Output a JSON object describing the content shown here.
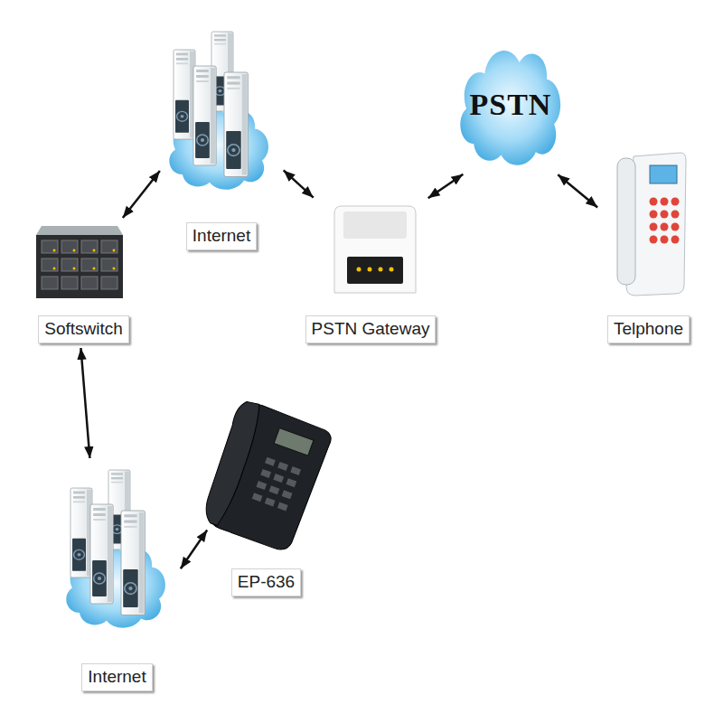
{
  "diagram": {
    "nodes": [
      {
        "text": [
          "Internet"
        ]
      },
      {
        "text": [
          "PSTN"
        ]
      },
      {
        "text": [
          "Softswitch"
        ]
      },
      {
        "text": [
          "PSTN Gateway"
        ]
      },
      {
        "text": [
          "Telphone"
        ]
      },
      {
        "text": [
          "EP-636"
        ]
      },
      {
        "text": [
          "Internet"
        ]
      }
    ],
    "edges": [
      {
        "from": 2,
        "to": 0,
        "arrow": "both"
      },
      {
        "from": 0,
        "to": 3,
        "arrow": "both"
      },
      {
        "from": 3,
        "to": 1,
        "arrow": "both"
      },
      {
        "from": 1,
        "to": 4,
        "arrow": "both"
      },
      {
        "from": 2,
        "to": 6,
        "arrow": "both"
      },
      {
        "from": 6,
        "to": 5,
        "arrow": "both"
      }
    ]
  }
}
